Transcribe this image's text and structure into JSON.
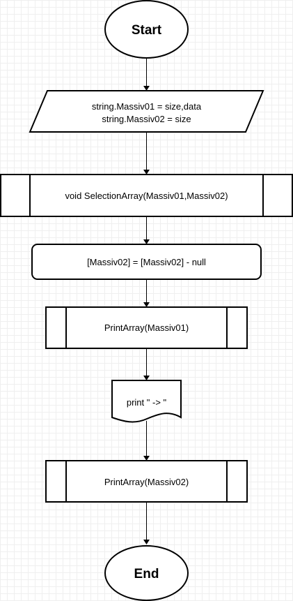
{
  "flowchart": {
    "start_label": "Start",
    "input_line1": "string.Massiv01 = size,data",
    "input_line2": "string.Massiv02 = size",
    "selection_label": "void SelectionArray(Massiv01,Massiv02)",
    "process_label": "[Massiv02] = [Massiv02] - null",
    "print1_label": "PrintArray(Massiv01)",
    "output_label": "print \" -> \"",
    "print2_label": "PrintArray(Massiv02)",
    "end_label": "End"
  },
  "colors": {
    "stroke": "#000000",
    "fill": "#ffffff",
    "grid": "#efefef"
  }
}
